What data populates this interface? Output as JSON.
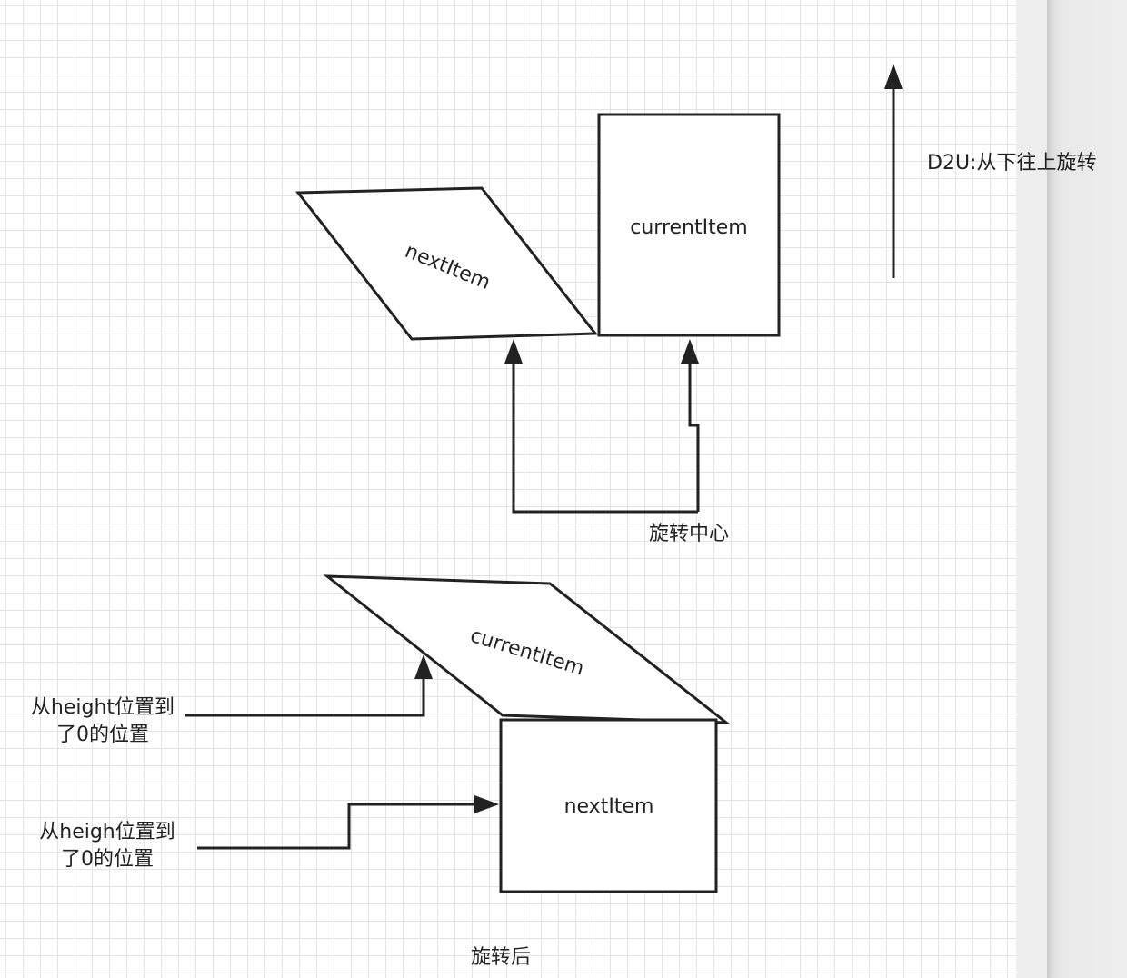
{
  "top": {
    "parallelogram_label": "nextItem",
    "rect_label": "currentItem",
    "direction_label": "D2U:从下往上旋转",
    "pivot_label": "旋转中心"
  },
  "bottom": {
    "parallelogram_label": "currentItem",
    "rect_label": "nextItem",
    "note1_line1": "从height位置到",
    "note1_line2": "了0的位置",
    "note2_line1": "从heigh位置到",
    "note2_line2": "了0的位置",
    "caption": "旋转后"
  },
  "colors": {
    "stroke": "#222222",
    "grid": "#e3e3e3",
    "canvas": "#ffffff",
    "gutter": "#eeeeee"
  }
}
